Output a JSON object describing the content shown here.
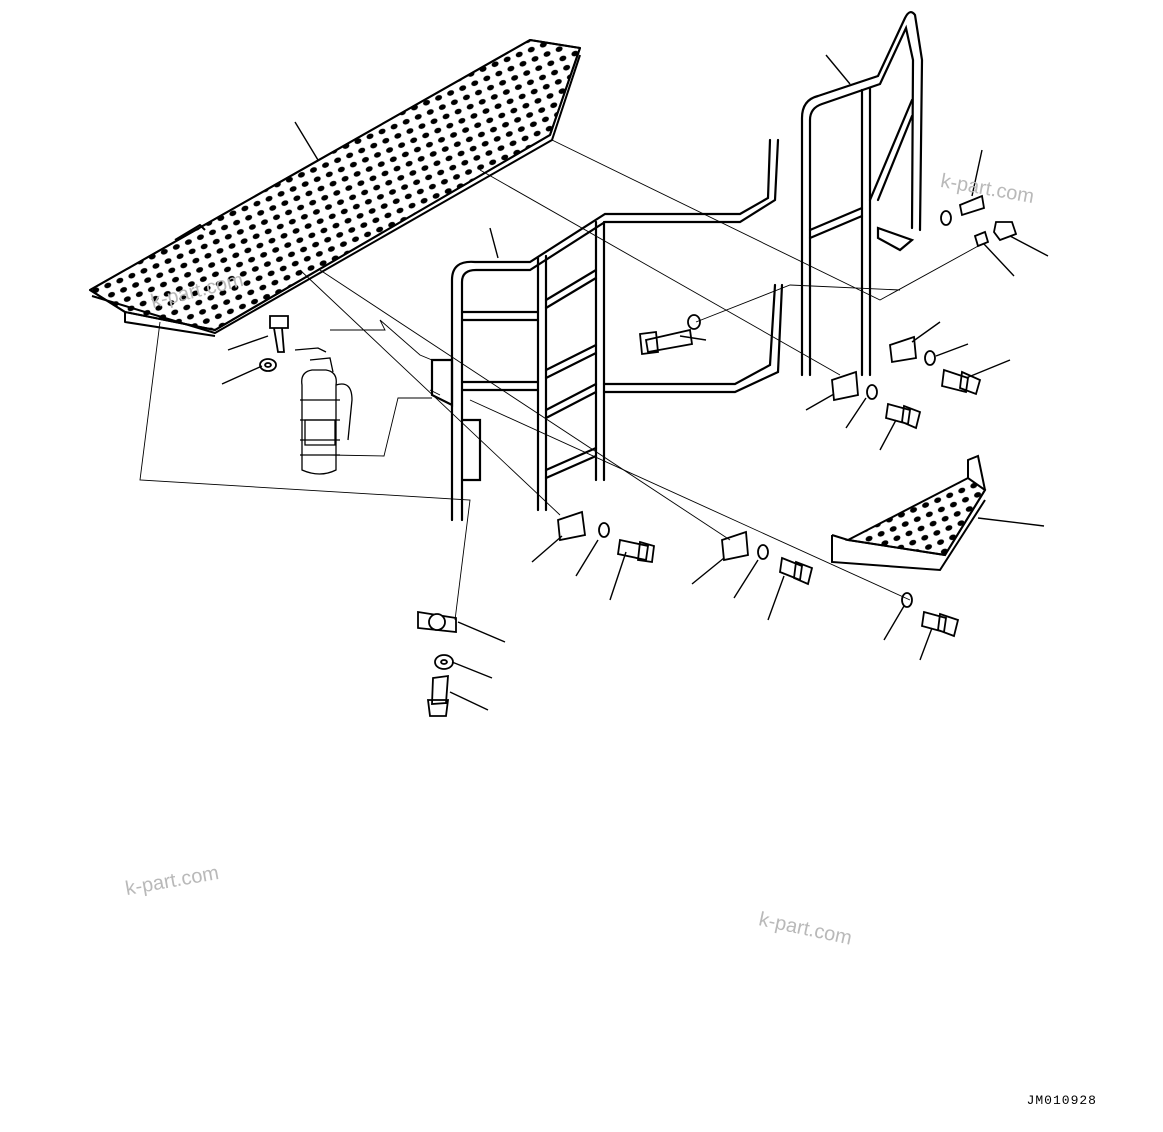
{
  "watermarks": [
    "k-part.com",
    "k-part.com",
    "k-part.com",
    "k-part.com"
  ],
  "drawing_code": "JM010928",
  "colors": {
    "line": "#000000",
    "watermark": "#b9b9b9",
    "background": "#ffffff"
  }
}
